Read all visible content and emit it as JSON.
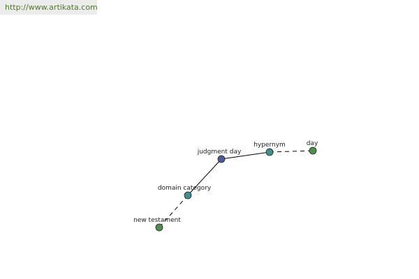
{
  "source": {
    "link_text": "http://www.artikata.com"
  },
  "graph": {
    "nodes": [
      {
        "id": "judgment-day",
        "label": "judgment day",
        "color": "#4a5a9a"
      },
      {
        "id": "hypernym",
        "label": "hypernym",
        "color": "#3f8f8f"
      },
      {
        "id": "day",
        "label": "day",
        "color": "#4e8f4e"
      },
      {
        "id": "domain-category",
        "label": "domain category",
        "color": "#3f8f8f"
      },
      {
        "id": "new-testament",
        "label": "new testament",
        "color": "#4e8f4e"
      }
    ],
    "edges": [
      {
        "from": "judgment-day",
        "to": "hypernym",
        "style": "solid"
      },
      {
        "from": "hypernym",
        "to": "day",
        "style": "dashed"
      },
      {
        "from": "judgment-day",
        "to": "domain-category",
        "style": "solid"
      },
      {
        "from": "domain-category",
        "to": "new-testament",
        "style": "dashed"
      }
    ]
  }
}
